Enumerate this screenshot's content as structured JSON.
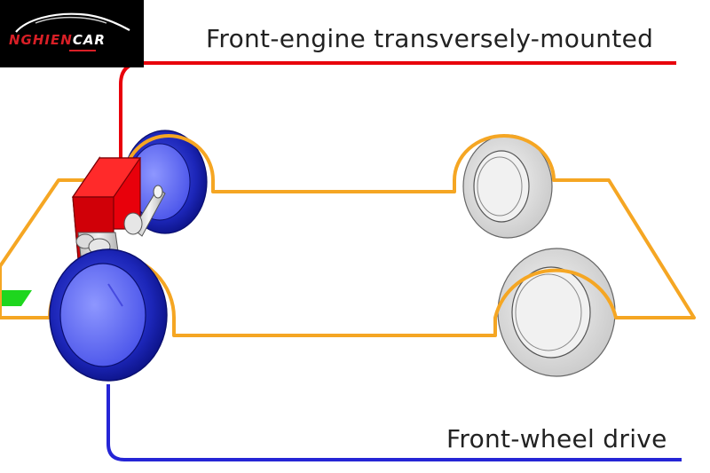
{
  "brand": {
    "name_part1": "NGHIEN",
    "name_part2": "CAR"
  },
  "labels": {
    "engine_layout": "Front-engine transversely-mounted",
    "drive_type": "Front-wheel drive"
  },
  "colors": {
    "chassis_outline": "#f5a623",
    "engine": "#e8000b",
    "drive_wheel": "#2a2ad0",
    "passive_wheel": "#dcdcdc",
    "engine_callout_line": "#e8000b",
    "drive_callout_line": "#2525d6",
    "front_marker": "#1ed61e"
  }
}
